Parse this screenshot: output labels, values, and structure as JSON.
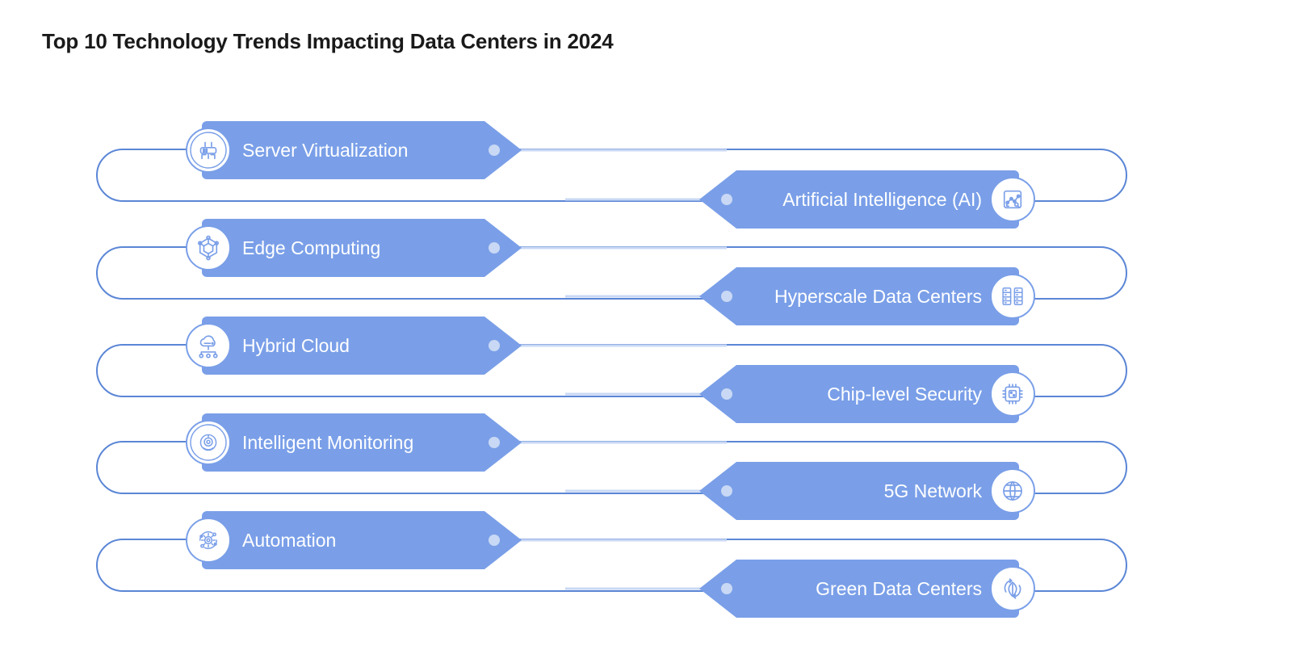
{
  "title": "Top 10 Technology Trends Impacting Data Centers in 2024",
  "colors": {
    "shape_fill": "#7a9fe8",
    "track_stroke": "#5b86d6",
    "icon_circle_fill": "#ffffff",
    "icon_stroke": "#7a9fe8",
    "label_text": "#ffffff",
    "title_text": "#1a1a1a",
    "connector_line": "#c9d8f4",
    "connector_dot": "#c9d8f4",
    "background": "#ffffff"
  },
  "chart_data": {
    "type": "diagram",
    "title": "Top 10 Technology Trends Impacting Data Centers in 2024",
    "item_count": 10,
    "pair_count": 5,
    "layout": "alternating-left-right-chevrons-on-rounded-tracks",
    "items": [
      {
        "label": "Server Virtualization",
        "side": "left",
        "icon": "server-rack-icon",
        "pair": 1
      },
      {
        "label": "Artificial Intelligence (AI)",
        "side": "right",
        "icon": "ai-circuit-icon",
        "pair": 1
      },
      {
        "label": "Edge Computing",
        "side": "left",
        "icon": "network-cube-icon",
        "pair": 2
      },
      {
        "label": "Hyperscale Data Centers",
        "side": "right",
        "icon": "server-racks-icon",
        "pair": 2
      },
      {
        "label": "Hybrid Cloud",
        "side": "left",
        "icon": "cloud-network-icon",
        "pair": 3
      },
      {
        "label": "Chip-level Security",
        "side": "right",
        "icon": "microchip-icon",
        "pair": 3
      },
      {
        "label": "Intelligent Monitoring",
        "side": "left",
        "icon": "monitoring-eye-icon",
        "pair": 4
      },
      {
        "label": "5G Network",
        "side": "right",
        "icon": "globe-grid-icon",
        "pair": 4
      },
      {
        "label": "Automation",
        "side": "left",
        "icon": "gear-orbit-icon",
        "pair": 5
      },
      {
        "label": "Green Data Centers",
        "side": "right",
        "icon": "leaf-recycle-icon",
        "pair": 5
      }
    ]
  }
}
